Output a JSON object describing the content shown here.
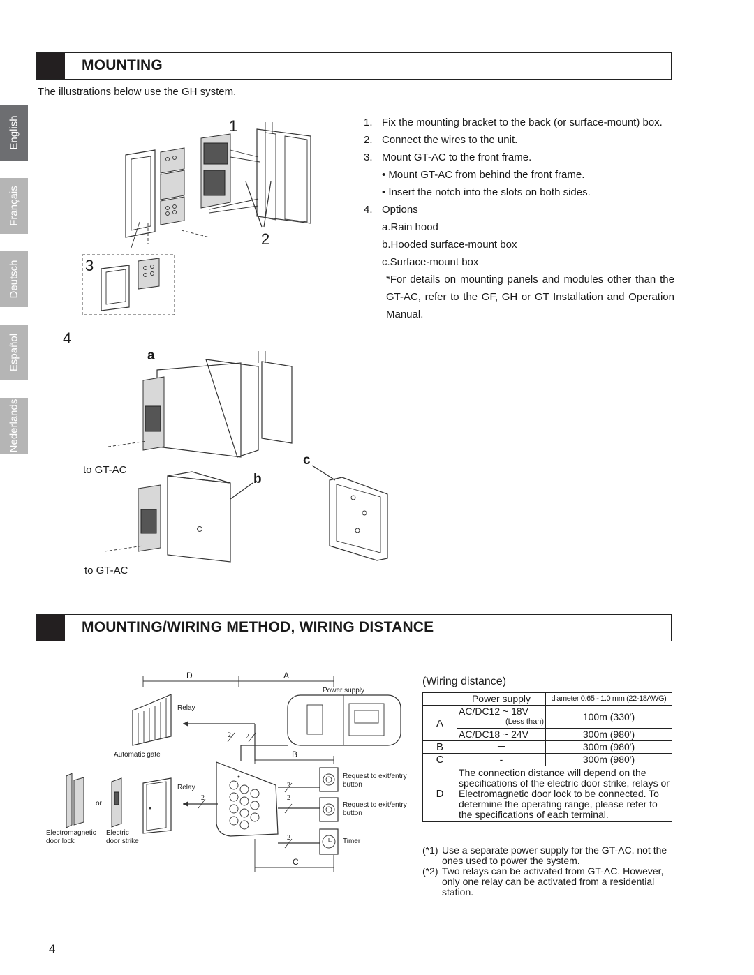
{
  "sidebar": {
    "tabs": [
      {
        "label": "English",
        "active": true
      },
      {
        "label": "Français",
        "active": false
      },
      {
        "label": "Deutsch",
        "active": false
      },
      {
        "label": "Español",
        "active": false
      },
      {
        "label": "Nederlands",
        "active": false
      }
    ]
  },
  "mounting": {
    "title": "MOUNTING",
    "intro": "The illustrations below use the GH system.",
    "steps": [
      {
        "num": "1.",
        "text": "Fix the mounting bracket to the back (or surface-mount) box."
      },
      {
        "num": "2.",
        "text": "Connect the wires to the unit."
      },
      {
        "num": "3.",
        "text": "Mount GT-AC to the front frame."
      },
      {
        "num": "4.",
        "text": "Options"
      }
    ],
    "step3_subs": [
      "• Mount GT-AC from behind the front frame.",
      "• Insert the notch into the slots on both sides."
    ],
    "step4_options": [
      "a.Rain hood",
      "b.Hooded surface-mount box",
      "c.Surface-mount box"
    ],
    "note": "*For details on mounting panels and modules other than the GT-AC, refer to the GF, GH or GT Installation and Operation Manual.",
    "figure": {
      "label_1": "1",
      "label_2": "2",
      "label_3": "3",
      "label_4": "4",
      "label_a": "a",
      "label_b": "b",
      "label_c": "c",
      "to_gtac_1": "to GT-AC",
      "to_gtac_2": "to GT-AC"
    }
  },
  "wiring": {
    "title": "MOUNTING/WIRING METHOD, WIRING DISTANCE",
    "diagram": {
      "dim_D": "D",
      "dim_A": "A",
      "dim_B": "B",
      "dim_C": "C",
      "power_supply": "Power supply",
      "relay_1": "Relay",
      "relay_2": "Relay",
      "automatic_gate": "Automatic gate",
      "or": "or",
      "em_lock": "Electromagnetic door lock",
      "strike": "Electric door strike",
      "request_1": "Request to exit/entry button",
      "request_2": "Request to exit/entry button",
      "timer": "Timer",
      "wire_count": "2"
    },
    "distance_heading": "(Wiring distance)",
    "table": {
      "header": [
        "",
        "Power supply",
        "diameter 0.65 - 1.0 mm (22-18AWG)"
      ],
      "rows": [
        {
          "key": "A",
          "supply": "AC/DC12 ~ 18V",
          "supply_note": "(Less than)",
          "dist": "100m (330')"
        },
        {
          "supply": "AC/DC18 ~ 24V",
          "dist": "300m (980')"
        },
        {
          "key": "B",
          "supply": "－",
          "dist": "300m (980')"
        },
        {
          "key": "C",
          "supply": "-",
          "dist": "300m (980')"
        },
        {
          "key": "D",
          "text": "The connection distance will depend on the specifications of the electric door strike, relays or Electromagnetic door lock to be connected. To determine the operating range, please refer to the specifications of each terminal."
        }
      ]
    },
    "footnotes": [
      {
        "key": "(*1)",
        "text": "Use a separate power supply for the GT-AC, not the ones used to power the system."
      },
      {
        "key": "(*2)",
        "text": "Two relays can be activated from GT-AC. However, only one relay can be activated from a residential station."
      }
    ]
  },
  "page_number": "4"
}
